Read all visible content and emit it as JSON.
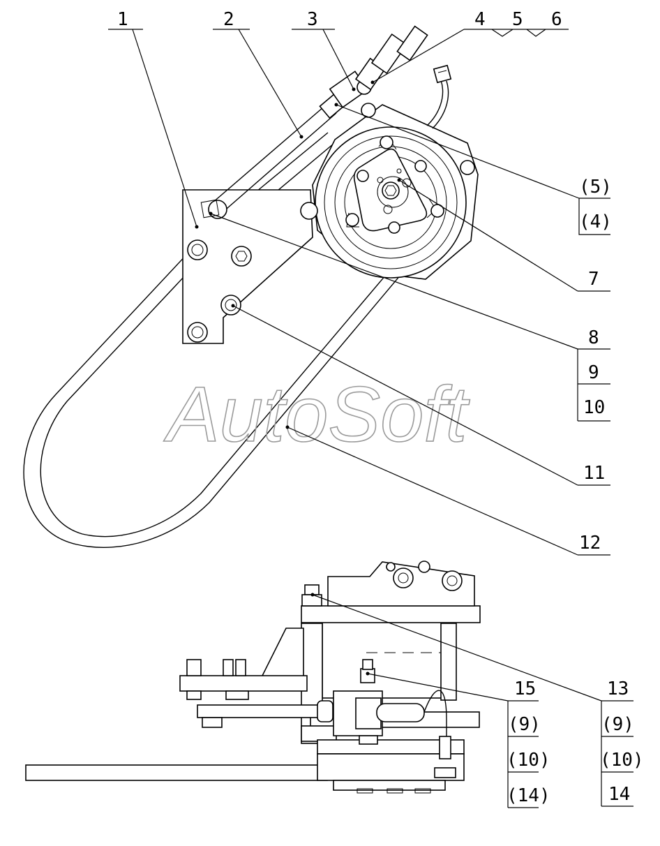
{
  "watermark": "AutoSoft",
  "callouts": {
    "c1": "1",
    "c2": "2",
    "c3": "3",
    "c4": "4",
    "c5": "5",
    "c6": "6",
    "c5p": "(5)",
    "c4p": "(4)",
    "c7": "7",
    "c8": "8",
    "c9": "9",
    "c10": "10",
    "c11": "11",
    "c12": "12",
    "c13": "13",
    "c13a": "(9)",
    "c13b": "(10)",
    "c13c": "14",
    "c15": "15",
    "c15a": "(9)",
    "c15b": "(10)",
    "c15c": "(14)"
  },
  "colors": {
    "line": "#000000",
    "watermark": "#9a9a9a",
    "background": "#ffffff"
  }
}
